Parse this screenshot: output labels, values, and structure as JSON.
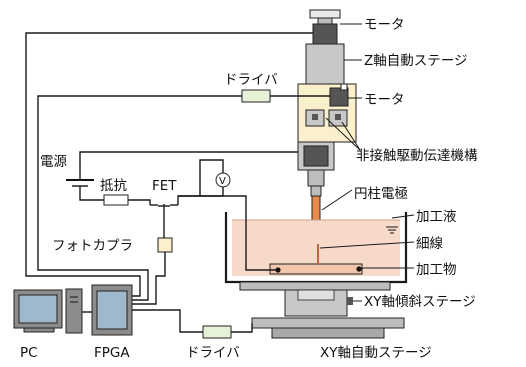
{
  "labels": {
    "motor_top": "モータ",
    "z_stage": "Z軸自動ステージ",
    "driver_top": "ドライバ",
    "motor_mid": "モータ",
    "noncontact": "非接触駆動伝達機構",
    "power": "電源",
    "resistor": "抵抗",
    "fet": "FET",
    "voltmeter": "V",
    "electrode": "円柱電極",
    "fluid": "加工液",
    "wire": "細線",
    "workpiece": "加工物",
    "photocoupler": "フォトカプラ",
    "xy_tilt": "XY軸傾斜ステージ",
    "pc": "PC",
    "fpga": "FPGA",
    "driver_bottom": "ドライバ",
    "xy_stage": "XY軸自動ステージ"
  },
  "colors": {
    "stage_gray": "#c8c8c8",
    "motor_dark": "#555555",
    "holder_cream": "#fbf0cc",
    "fluid_pink": "#f6d9c8",
    "electrode_orange": "#e88a4a",
    "driver_green": "#e6f2d8",
    "pc_screen": "#9fb8cc"
  }
}
